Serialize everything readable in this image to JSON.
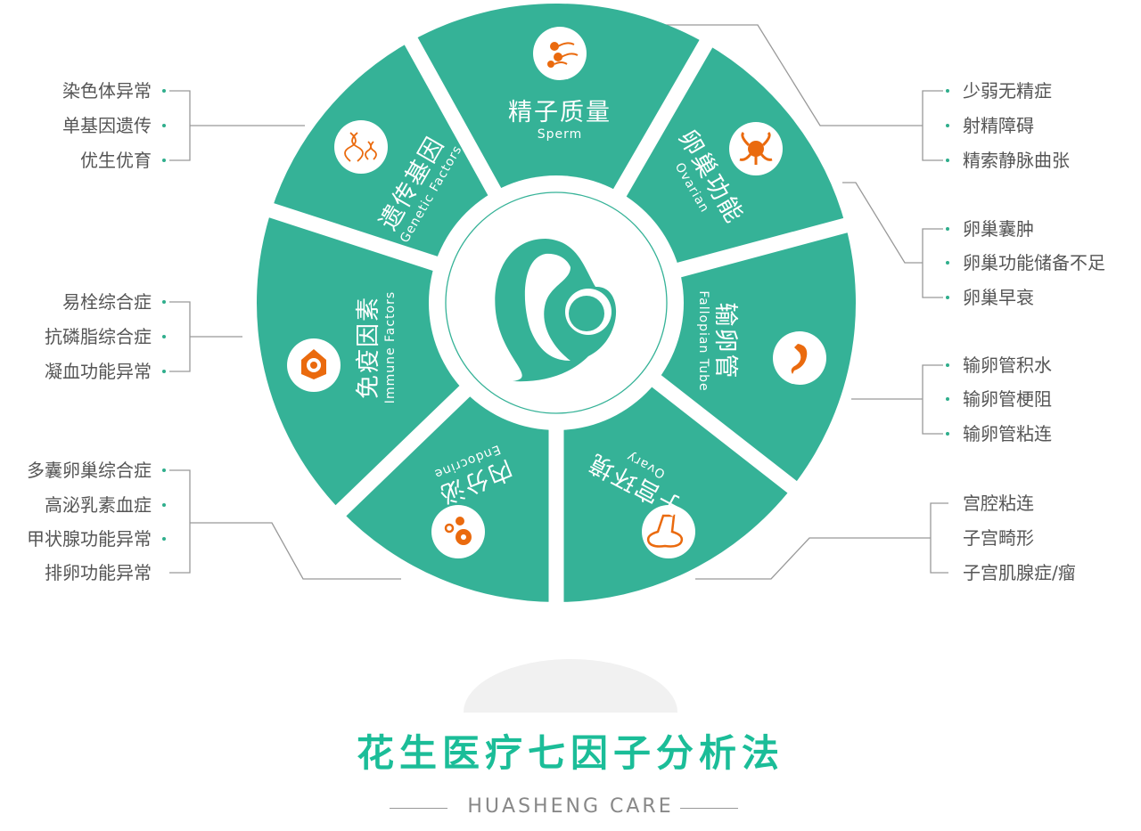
{
  "segments": [
    {
      "zh": "精子质量",
      "en": "Sperm",
      "icon": "sperm-icon"
    },
    {
      "zh": "卵巢功能",
      "en": "Ovarian",
      "icon": "uterus-ovary-icon"
    },
    {
      "zh": "输卵管",
      "en": "Fallopian Tube",
      "icon": "fallopian-tube-icon"
    },
    {
      "zh": "子宫环境",
      "en": "Ovary",
      "icon": "uterus-icon"
    },
    {
      "zh": "内分泌",
      "en": "Endocrine",
      "icon": "hormone-molecule-icon"
    },
    {
      "zh": "免疫因素",
      "en": "Immune Factors",
      "icon": "immune-eye-shield-icon"
    },
    {
      "zh": "遗传基因",
      "en": "Genetic Factors",
      "icon": "dna-icon"
    }
  ],
  "left_groups": [
    [
      "染色体异常",
      "单基因遗传",
      "优生优育"
    ],
    [
      "易栓综合症",
      "抗磷脂综合症",
      "凝血功能异常"
    ],
    [
      "多囊卵巢综合症",
      "高泌乳素血症",
      "甲状腺功能异常",
      "排卵功能异常"
    ]
  ],
  "right_groups": [
    [
      "少弱无精症",
      "射精障碍",
      "精索静脉曲张"
    ],
    [
      "卵巢囊肿",
      "卵巢功能储备不足",
      "卵巢早衰"
    ],
    [
      "输卵管积水",
      "输卵管梗阻",
      "输卵管粘连"
    ],
    [
      "宫腔粘连",
      "子宫畸形",
      "子宫肌腺症/瘤"
    ]
  ],
  "center_logo": "mother-and-baby-logo",
  "title": "花生医疗七因子分析法",
  "subtitle": "HUASHENG CARE",
  "colors": {
    "segment": "#35b297",
    "icon": "#ea6a0e",
    "title": "#1bbd98",
    "text": "#555555"
  }
}
